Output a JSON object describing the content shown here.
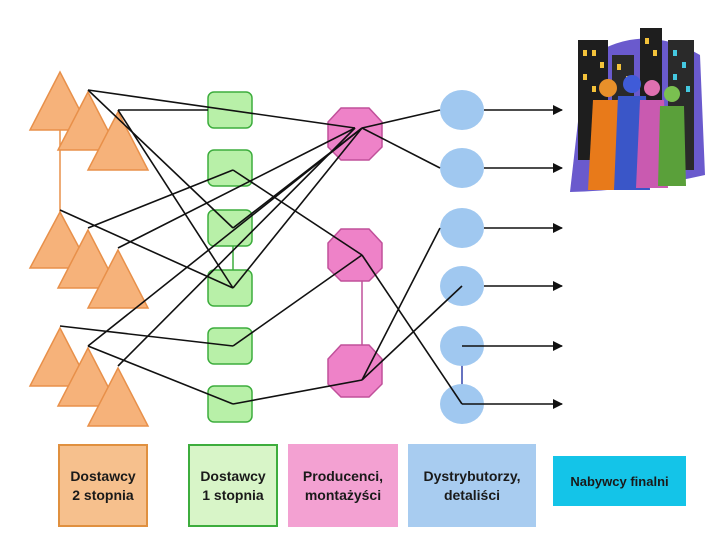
{
  "legend": {
    "tier2_suppliers": "Dostawcy\n2 stopnia",
    "tier1_suppliers": "Dostawcy\n1 stopnia",
    "producers": "Producenci,\nmontażyści",
    "distributors": "Dystrybutorzy,\ndetaliści",
    "final_buyers": "Nabywcy finalni"
  },
  "colors": {
    "supplier2_fill": "#f6b27a",
    "supplier2_stroke": "#e8904a",
    "supplier1_fill": "#b8f0a8",
    "supplier1_stroke": "#3dad3d",
    "producer_fill": "#ee82c8",
    "producer_stroke": "#c0509a",
    "distributor_fill": "#a0c8f0",
    "line": "#111111"
  },
  "icons": [
    "triangle-supplier-icon",
    "rounded-square-supplier-icon",
    "octagon-producer-icon",
    "ellipse-distributor-icon",
    "arrow-right-icon",
    "crowd-city-clipart-icon"
  ]
}
